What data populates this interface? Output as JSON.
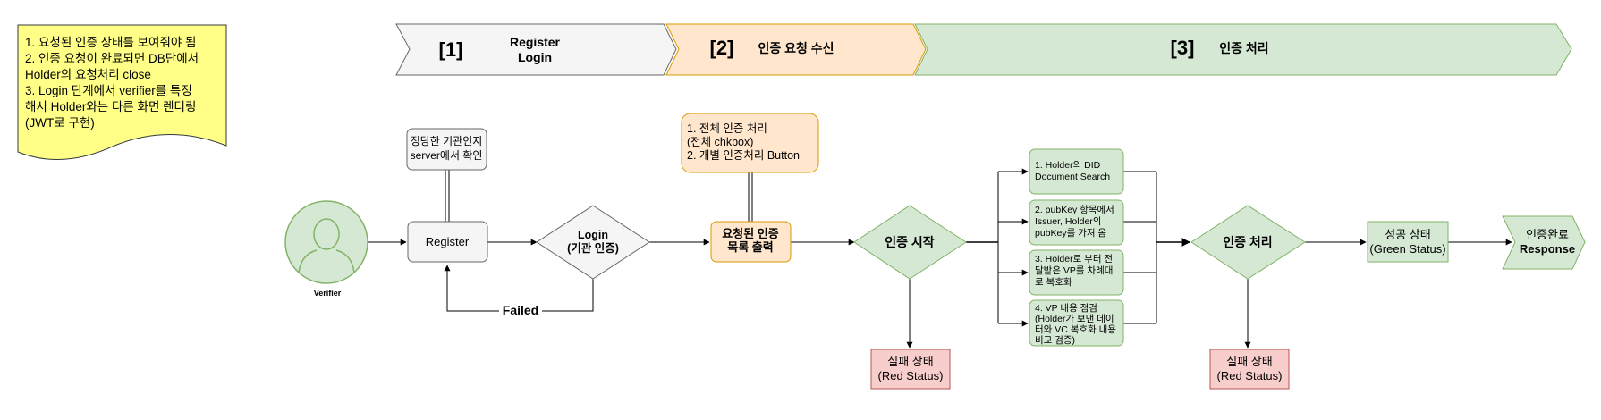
{
  "note": {
    "lines": [
      "1. 요청된 인증 상태를 보여줘야 됨",
      "2. 인증 요청이 완료되면 DB단에서",
      "Holder의 요청처리 close",
      "3. Login 단계에서 verifier를 특정",
      "해서 Holder와는 다른 화면 렌더링",
      "(JWT로 구현)"
    ]
  },
  "phases": [
    {
      "num": "[1]",
      "label_lines": [
        "Register",
        "Login"
      ]
    },
    {
      "num": "[2]",
      "label_lines": [
        "인증 요청 수신"
      ]
    },
    {
      "num": "[3]",
      "label_lines": [
        "인증  처리"
      ]
    }
  ],
  "verifier": {
    "label": "Verifier"
  },
  "server_check": {
    "lines": [
      "정당한 기관인지",
      "server에서 확인"
    ]
  },
  "register": {
    "label": "Register"
  },
  "login": {
    "lines": [
      "Login",
      "(기관 인증)"
    ]
  },
  "failed": {
    "label": "Failed"
  },
  "list_note": {
    "lines": [
      "1. 전체 인증 처리",
      "(전체 chkbox)",
      "2. 개별 인증처리 Button"
    ]
  },
  "request_list": {
    "lines": [
      "요청된 인증",
      "목록 출력"
    ]
  },
  "auth_start": {
    "label": "인증 시작"
  },
  "steps": [
    {
      "lines": [
        "1. Holder의 DID",
        "Document Search"
      ]
    },
    {
      "lines": [
        "2. pubKey 항목에서",
        "Issuer, Holder의",
        "pubKey를 가져 옴"
      ]
    },
    {
      "lines": [
        "3. Holder로 부터 전",
        "달받은 VP를 차례대",
        "로 복호화"
      ]
    },
    {
      "lines": [
        "4. VP 내용 점검",
        "(Holder가 보낸 데이",
        "터와 VC 복호화 내용",
        "비교 검증)"
      ]
    }
  ],
  "auth_process": {
    "label": "인증 처리"
  },
  "fail_1": {
    "lines": [
      "실패 상태",
      "(Red Status)"
    ]
  },
  "fail_2": {
    "lines": [
      "실패 상태",
      "(Red Status)"
    ]
  },
  "success": {
    "lines": [
      "성공 상태",
      "(Green Status)"
    ]
  },
  "response": {
    "lines": [
      "인증완료",
      "Response"
    ]
  },
  "colors": {
    "note_fill": "#ffff88",
    "phase1_fill": "#f5f5f5",
    "phase2_fill": "#ffe6cc",
    "phase2_stroke": "#d79b00",
    "phase3_fill": "#d5e8d4",
    "phase3_stroke": "#82b366",
    "red_fill": "#f8cecc",
    "red_stroke": "#b85450"
  }
}
